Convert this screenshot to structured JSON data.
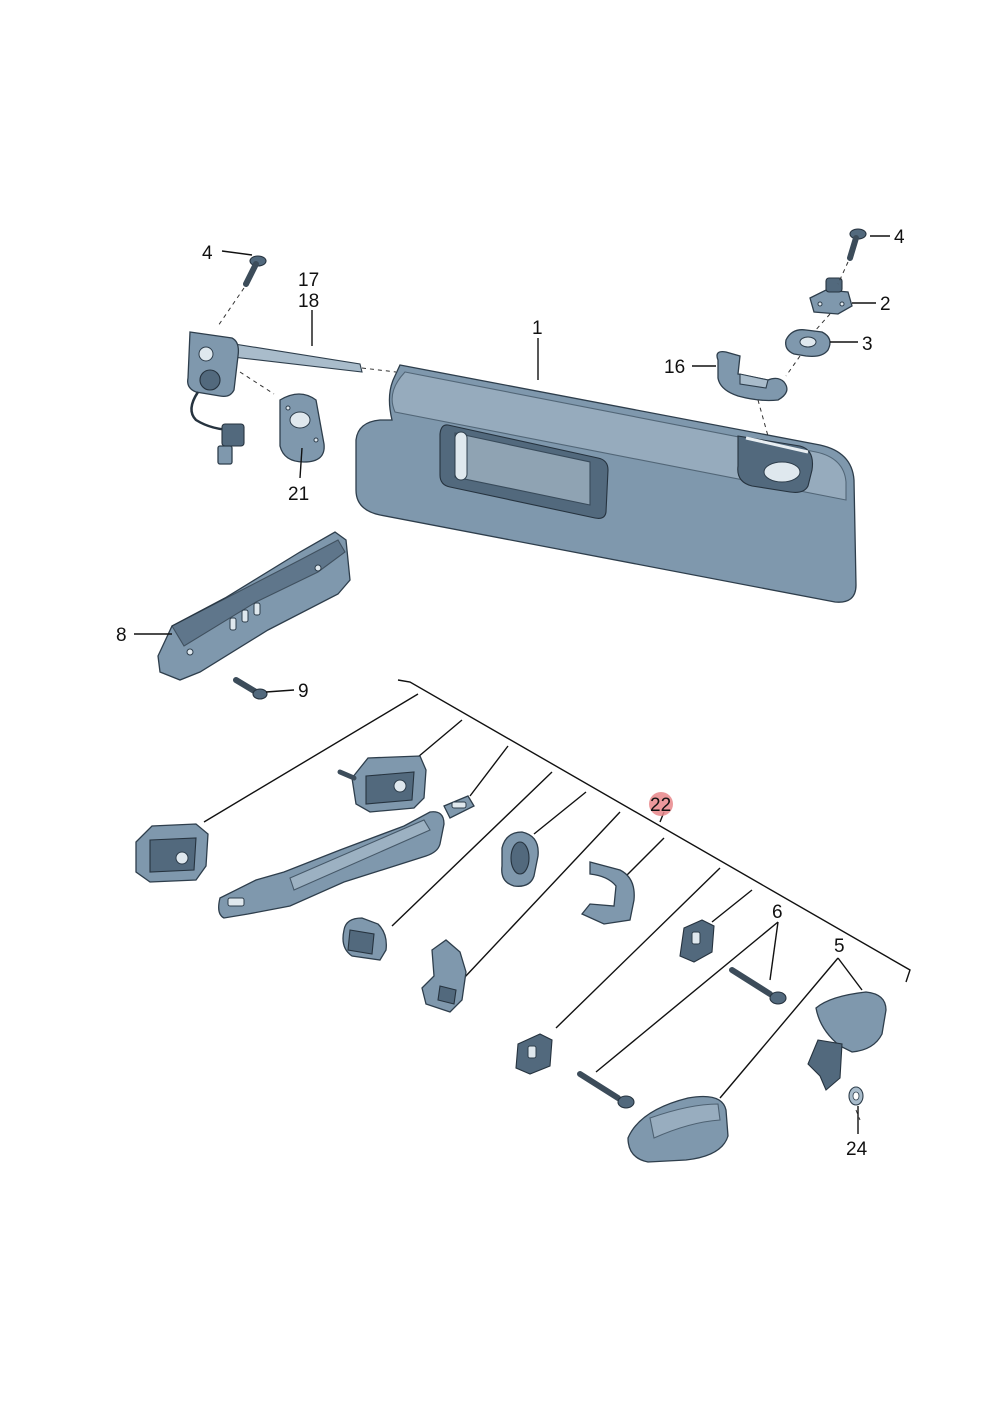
{
  "labels": {
    "n1": "1",
    "n2": "2",
    "n3": "3",
    "n4_left": "4",
    "n4_right": "4",
    "n5": "5",
    "n6": "6",
    "n8": "8",
    "n9": "9",
    "n16": "16",
    "n17": "17",
    "n18": "18",
    "n21": "21",
    "n22": "22",
    "n24": "24"
  },
  "colors": {
    "part_body": "#7f98ad",
    "part_light": "#a9bccb",
    "part_dark": "#52697d",
    "highlight": "#e8868a"
  }
}
